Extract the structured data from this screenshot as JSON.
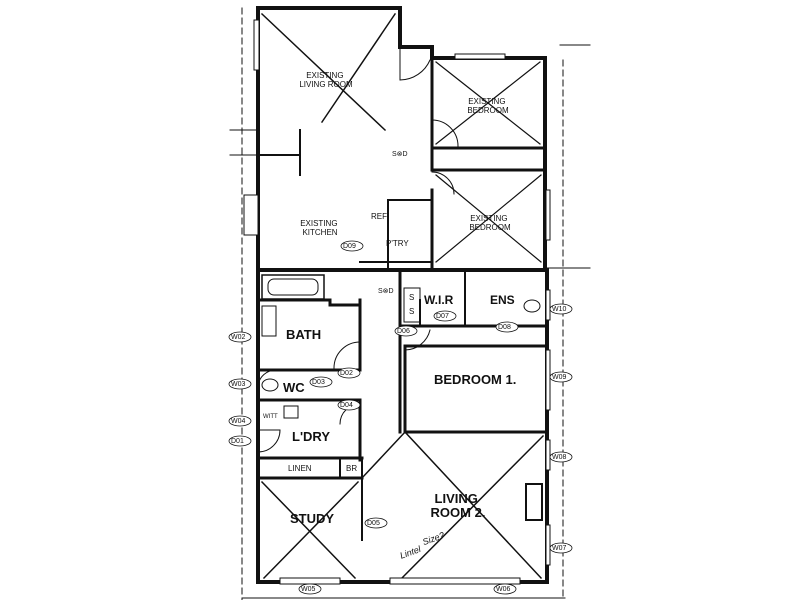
{
  "plan": {
    "rooms": {
      "existing_living_room": "EXISTING\nLIVING ROOM",
      "existing_bedroom_upper": "EXISTING\nBEDROOM",
      "existing_bedroom_lower": "EXISTING\nBEDROOM",
      "existing_kitchen": "EXISTING\nKITCHEN",
      "ref": "REF",
      "pantry": "P'TRY",
      "bath": "BATH",
      "wc": "WC",
      "laundry": "L'DRY",
      "wir": "W.I.R",
      "ens": "ENS",
      "bedroom_1": "BEDROOM 1.",
      "living_room_2": "LIVING\nROOM 2.",
      "study": "STUDY",
      "linen": "LINEN",
      "br": "BR",
      "witt": "WITT",
      "shelf_1": "S",
      "shelf_2": "S"
    },
    "notes": {
      "sod_upper": "S⊗D",
      "sod_lower": "S⊗D",
      "handwritten": "Lintel\nSize?"
    },
    "tags": {
      "w02": "W02",
      "w03": "W03",
      "w04": "W04",
      "d01": "D01",
      "d09": "D09",
      "d02": "D02",
      "d03": "D03",
      "d04": "D04",
      "d05": "D05",
      "d06": "D06",
      "d07": "D07",
      "d08": "D08",
      "w10": "W10",
      "w09": "W09",
      "w08": "W08",
      "w07": "W07",
      "w05": "W05",
      "w06": "W06"
    }
  }
}
